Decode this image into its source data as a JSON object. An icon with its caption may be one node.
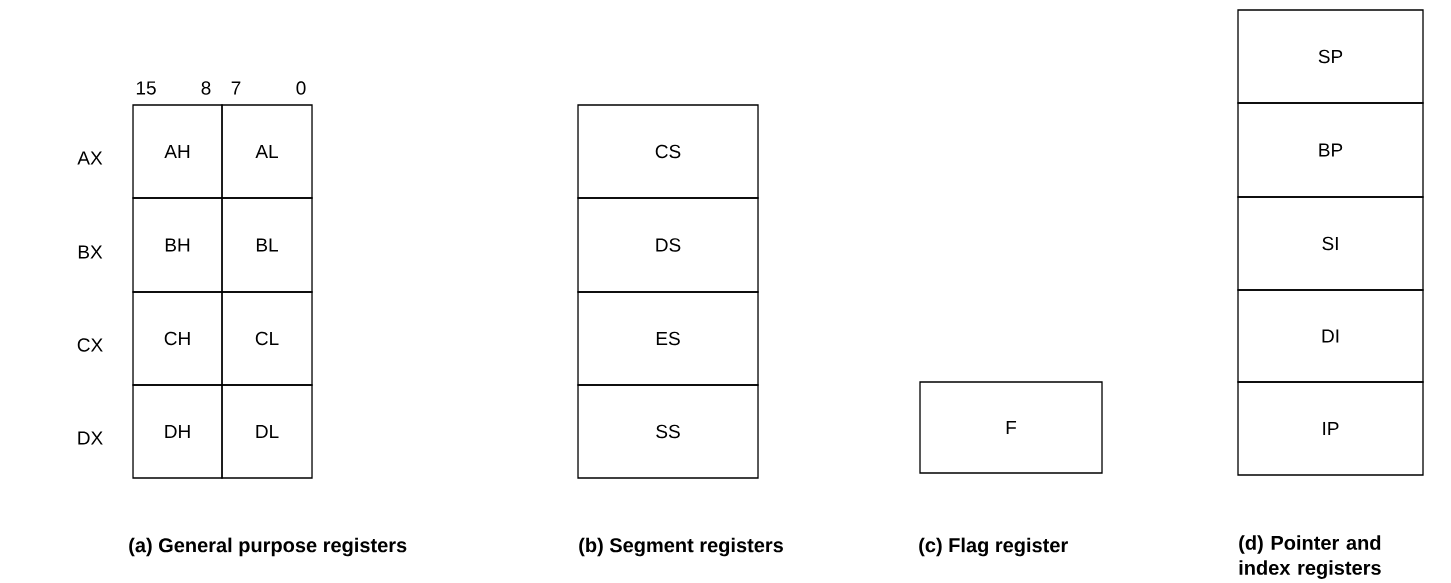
{
  "diagram": {
    "nodes": [
      {
        "text": [
          "AH"
        ]
      },
      {
        "text": [
          "AL"
        ]
      },
      {
        "text": [
          "BH"
        ]
      },
      {
        "text": [
          "BL"
        ]
      },
      {
        "text": [
          "CH"
        ]
      },
      {
        "text": [
          "CL"
        ]
      },
      {
        "text": [
          "DH"
        ]
      },
      {
        "text": [
          "DL"
        ]
      },
      {
        "text": [
          "CS"
        ]
      },
      {
        "text": [
          "DS"
        ]
      },
      {
        "text": [
          "ES"
        ]
      },
      {
        "text": [
          "SS"
        ]
      },
      {
        "text": [
          "F"
        ]
      },
      {
        "text": [
          "SP"
        ]
      },
      {
        "text": [
          "BP"
        ]
      },
      {
        "text": [
          "SI"
        ]
      },
      {
        "text": [
          "DI"
        ]
      },
      {
        "text": [
          "IP"
        ]
      }
    ],
    "labels": [
      "15",
      "8",
      "7",
      "0",
      "AX",
      "BX",
      "CX",
      "DX",
      "(a) General purpose registers",
      "(b) Segment registers",
      "(c) Flag register",
      "(d) Pointer and index registers"
    ]
  }
}
